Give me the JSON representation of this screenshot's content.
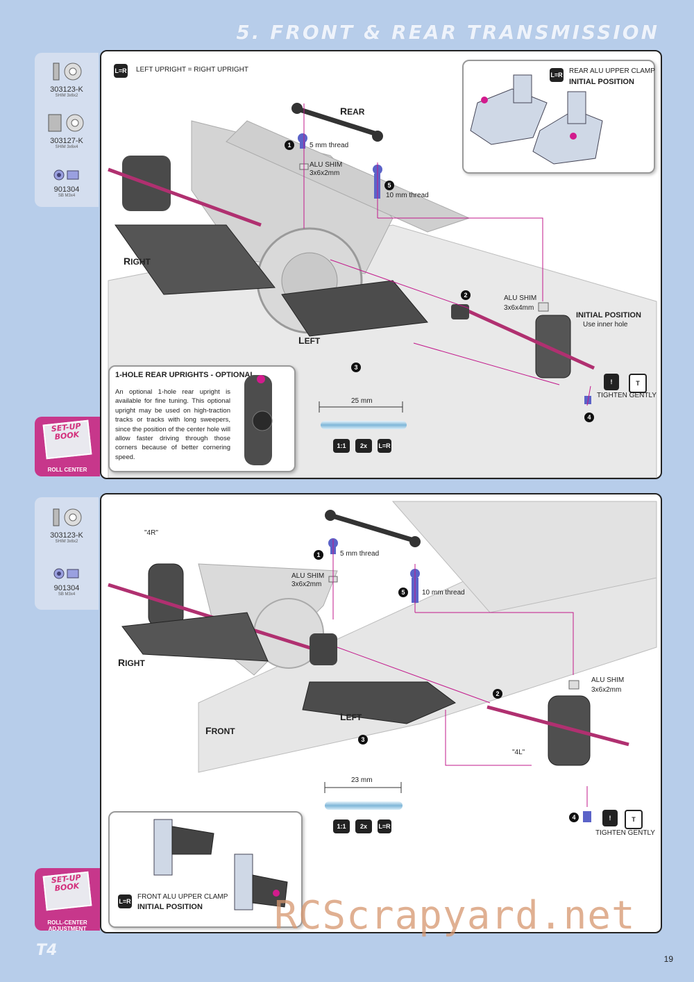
{
  "title": "5. FRONT & REAR TRANSMISSION",
  "top": {
    "parts": [
      {
        "pn": "303123-K",
        "desc": "SHIM 3x6x2"
      },
      {
        "pn": "303127-K",
        "desc": "SHIM 3x6x4"
      },
      {
        "pn": "901304",
        "desc": "SB M3x4"
      }
    ],
    "lr_note": "LEFT UPRIGHT = RIGHT UPRIGHT",
    "inset_title_1": "REAR ALU UPPER CLAMP",
    "inset_title_2": "INITIAL POSITION",
    "rear": "REAR",
    "right": "RIGHT",
    "left": "LEFT",
    "step1": "5 mm thread",
    "alu_shim_a": "ALU SHIM",
    "alu_shim_a_size": "3x6x2mm",
    "step5": "10 mm thread",
    "alu_shim_b": "ALU SHIM",
    "alu_shim_b_size": "3x6x4mm",
    "initial_position": "INITIAL POSITION",
    "use_inner_hole": "Use inner hole",
    "tighten": "TIGHTEN GENTLY",
    "rod_length": "25 mm",
    "opt_title": "1-HOLE REAR UPRIGHTS - OPTIONAL",
    "opt_text": "An optional 1-hole rear upright is available for fine tuning. This optional upright may be used on high-traction tracks or tracks with long sweepers, since the position of the center hole will allow faster driving through those corners because of better cornering speed.",
    "setup_caption": "ROLL CENTER"
  },
  "bottom": {
    "parts": [
      {
        "pn": "303123-K",
        "desc": "SHIM 3x6x2"
      },
      {
        "pn": "901304",
        "desc": "SB M3x4"
      }
    ],
    "label_4r": "\"4R\"",
    "label_4l": "\"4L\"",
    "step1": "5 mm thread",
    "alu_shim_a": "ALU SHIM",
    "alu_shim_a_size": "3x6x2mm",
    "step5": "10 mm thread",
    "right": "RIGHT",
    "left": "LEFT",
    "front": "FRONT",
    "alu_shim_b": "ALU SHIM",
    "alu_shim_b_size": "3x6x2mm",
    "rod_length": "23 mm",
    "tighten": "TIGHTEN GENTLY",
    "inset_title_1": "FRONT ALU UPPER CLAMP",
    "inset_title_2": "INITIAL POSITION",
    "setup_caption": "ROLL-CENTER ADJUSTMENT"
  },
  "badges": {
    "scale": "1:1",
    "qty": "2x",
    "lr": "L=R"
  },
  "setup_book": [
    "SET-UP",
    "BOOK"
  ],
  "numbers": {
    "n1": "1",
    "n2": "2",
    "n3": "3",
    "n4": "4",
    "n5": "5"
  },
  "watermark": "RCScrapyard.net",
  "footer_logo": "T4",
  "page_number": "19"
}
